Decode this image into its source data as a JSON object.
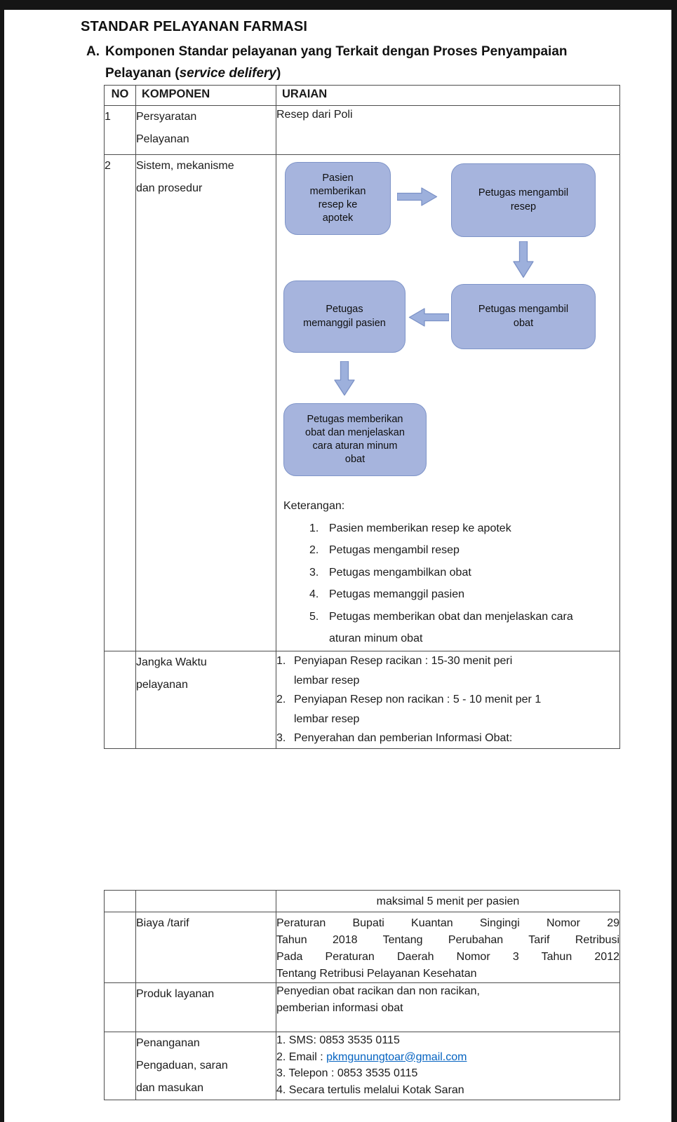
{
  "colors": {
    "frame_black": "#151515",
    "table_border": "#4d4d4d",
    "flow_box_fill": "#a6b4dd",
    "flow_box_border": "#7e94c8",
    "flow_arrow_fill": "#9db0dc",
    "link_blue": "#0563c1"
  },
  "page1": {
    "title": "STANDAR PELAYANAN FARMASI",
    "section": {
      "label": "A.",
      "line1": "Komponen Standar pelayanan yang Terkait dengan Proses Penyampaian",
      "line2_prefix": "Pelayanan (",
      "line2_italic": "service delifery",
      "line2_suffix": ")"
    },
    "table": {
      "headers": {
        "no": "NO",
        "komponen": "KOMPONEN",
        "uraian": "URAIAN"
      },
      "row1": {
        "no": "1",
        "komponen_line1": "Persyaratan",
        "komponen_line2": "Pelayanan",
        "uraian": "Resep dari Poli"
      },
      "row2": {
        "no": "2",
        "komponen_line1": "Sistem, mekanisme",
        "komponen_line2": "dan prosedur"
      },
      "row3": {
        "no": "",
        "komponen_line1": "Jangka Waktu",
        "komponen_line2": "pelayanan"
      }
    },
    "flowchart": {
      "box1_lines": [
        "Pasien",
        "memberikan",
        "resep ke",
        "apotek"
      ],
      "box2_lines": [
        "Petugas mengambil",
        "resep"
      ],
      "box3_lines": [
        "Petugas",
        "memanggil pasien"
      ],
      "box4_lines": [
        "Petugas mengambil",
        "obat"
      ],
      "box5_lines": [
        "Petugas memberikan",
        "obat dan menjelaskan",
        "cara aturan minum",
        "obat"
      ]
    },
    "keterangan": {
      "title": "Keterangan:",
      "items": [
        {
          "num": "1.",
          "lines": [
            "Pasien memberikan resep ke apotek"
          ]
        },
        {
          "num": "2.",
          "lines": [
            "Petugas mengambil resep"
          ]
        },
        {
          "num": "3.",
          "lines": [
            "Petugas mengambilkan obat"
          ]
        },
        {
          "num": "4.",
          "lines": [
            "Petugas memanggil pasien"
          ]
        },
        {
          "num": "5.",
          "lines": [
            "Petugas memberikan obat dan menjelaskan cara",
            "aturan minum obat"
          ]
        }
      ]
    },
    "jangka": {
      "items": [
        {
          "num": "1.",
          "line1": "Penyiapan Resep racikan : 15-30 menit peri",
          "line2": "lembar resep"
        },
        {
          "num": "2.",
          "line1": "Penyiapan Resep non racikan : 5 - 10 menit per 1",
          "line2": "lembar resep"
        },
        {
          "num": "3.",
          "line1": "Penyerahan dan pemberian Informasi Obat:"
        }
      ]
    }
  },
  "page2": {
    "rowA": {
      "uraian": "maksimal 5 menit per pasien"
    },
    "rowB": {
      "komponen": "Biaya /tarif",
      "uraian_lines": [
        "Peraturan Bupati Kuantan Singingi Nomor 29",
        "Tahun 2018 Tentang Perubahan Tarif Retribusi",
        "Pada Peraturan Daerah Nomor 3 Tahun 2012",
        "Tentang Retribusi Pelayanan Kesehatan"
      ]
    },
    "rowC": {
      "komponen": "Produk layanan",
      "uraian_lines": [
        "Penyedian obat racikan dan non racikan,",
        "pemberian informasi obat"
      ]
    },
    "rowD": {
      "komponen_line1": "Penanganan",
      "komponen_line2": "Pengaduan, saran",
      "komponen_line3": "dan masukan",
      "items": [
        {
          "text": "1. SMS: 0853 3535 0115"
        },
        {
          "prefix": "2. Email : ",
          "link": "pkmgunungtoar@gmail.com"
        },
        {
          "text": "3. Telepon : 0853 3535 0115"
        },
        {
          "text": "4. Secara tertulis melalui Kotak Saran"
        }
      ]
    }
  }
}
